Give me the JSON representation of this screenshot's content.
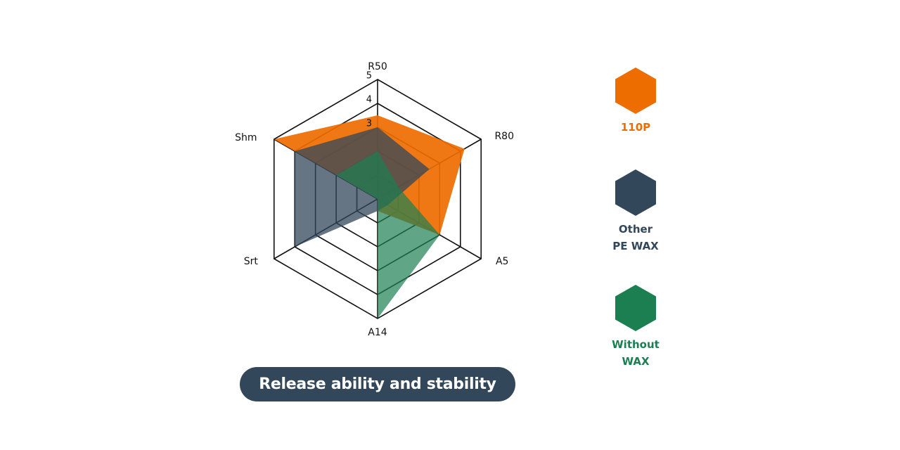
{
  "chart_data": {
    "type": "radar",
    "title": "Release ability and stability",
    "axes": [
      "R50",
      "R80",
      "A5",
      "A14",
      "Srt",
      "Shm"
    ],
    "scale": {
      "min": 0,
      "max": 5,
      "ticks": [
        3,
        4,
        5
      ]
    },
    "series": [
      {
        "name": "110P",
        "values": [
          3.5,
          4.2,
          3.0,
          0.5,
          0.0,
          5.0
        ],
        "color": "#ee6d00",
        "opacity": 0.92
      },
      {
        "name": "Other PE WAX",
        "values": [
          3.0,
          2.5,
          0.5,
          0.5,
          4.0,
          4.0
        ],
        "color": "#33475b",
        "opacity": 0.75
      },
      {
        "name": "Without WAX",
        "values": [
          2.0,
          1.0,
          3.0,
          5.0,
          0.0,
          2.0
        ],
        "color": "#1b7f52",
        "opacity": 0.7
      }
    ]
  },
  "caption": {
    "label": "Release ability and stability"
  },
  "legend": [
    {
      "line1": "110P",
      "line2": "",
      "color": "#ee6d00",
      "icon": "hexagon-icon"
    },
    {
      "line1": "Other",
      "line2": "PE WAX",
      "color": "#33475b",
      "icon": "hexagon-icon"
    },
    {
      "line1": "Without",
      "line2": "WAX",
      "color": "#1b7f52",
      "icon": "hexagon-icon"
    }
  ]
}
